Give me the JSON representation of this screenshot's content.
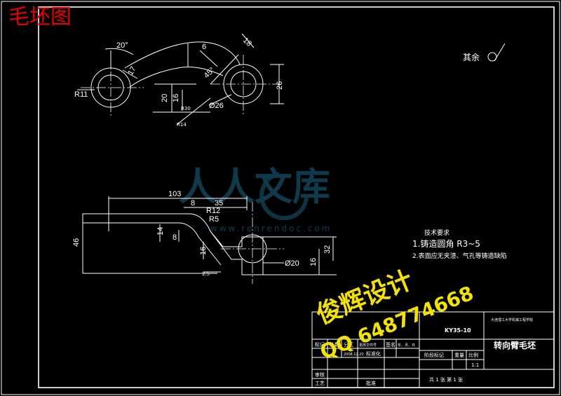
{
  "title": "毛坯图",
  "surface_note": "其余",
  "top_view": {
    "dims": {
      "angle": "20°",
      "d17": "17",
      "d6": "6",
      "d18": "18",
      "d45": "45°",
      "d26v": "26",
      "r11": "R11",
      "d20": "20",
      "d16": "16",
      "r30": "R30",
      "r14": "R14",
      "phi26": "Ø26"
    }
  },
  "front_view": {
    "dims": {
      "d103": "103",
      "d8a": "8",
      "d35": "35",
      "r12": "R12",
      "r5": "R5",
      "d14": "14",
      "d8b": "8",
      "d46": "46",
      "d16a": "16",
      "d32": "32",
      "d16b": "16",
      "d25": "2.5",
      "phi20": "Ø20"
    }
  },
  "tech": {
    "heading": "技术要求",
    "line1": "1.铸造圆角 R3~5",
    "line2": "2.表面应无夹渣、气孔等铸造缺陷"
  },
  "watermark": {
    "brand": "人人文库",
    "url": "www.renrendoc.com"
  },
  "stamp": {
    "line1": "俊辉设计",
    "line2": "QQ 648774668"
  },
  "title_block": {
    "drawing_no": "KY35-10",
    "school": "大连理工大学机械工程学院",
    "part_name": "转向臂毛坯",
    "col_mark": "标记",
    "col_count": "处数",
    "col_zone": "分区",
    "col_docno": "更改文件号",
    "col_sign": "签名",
    "col_date": "年、月、日",
    "stage_mark": "阶段标记",
    "weight": "重量",
    "scale": "比例",
    "scale_value": "1:1",
    "date_value": "2008.12.20",
    "standard": "标准化",
    "review": "审核",
    "process": "工艺",
    "approve": "批准",
    "sheets": "共 1 张  第 1 张"
  }
}
